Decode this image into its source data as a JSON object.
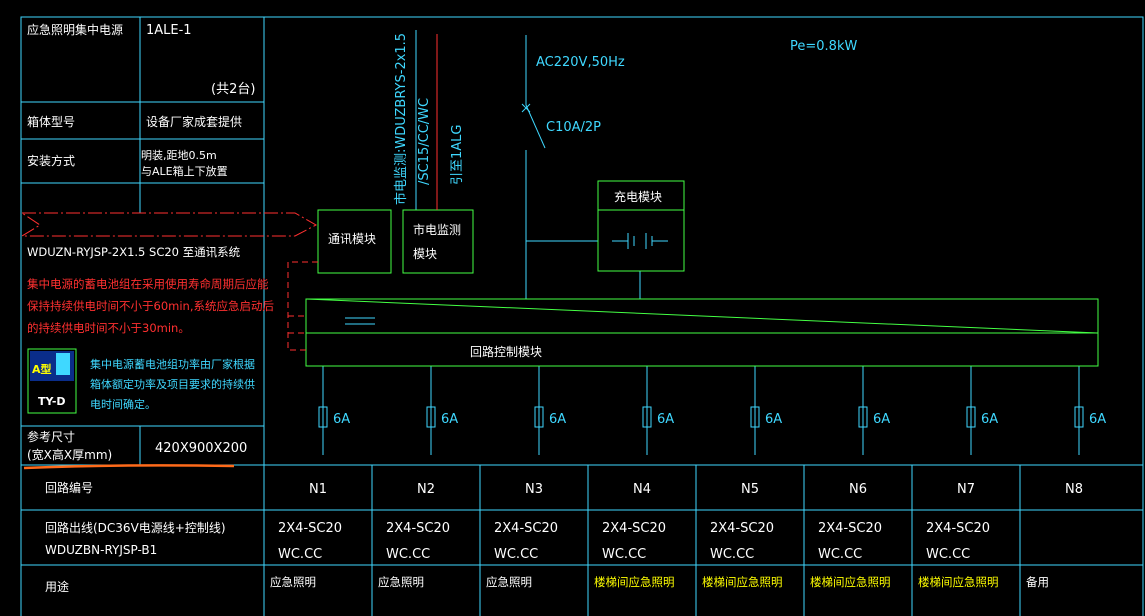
{
  "colors": {
    "frame": "#3fd8ff",
    "module": "#44ff44",
    "signal_line": "#ff3030",
    "note_text": "#ff3030",
    "highlight_text": "#ffff00",
    "underline": "#ff6a1a"
  },
  "info_panel": {
    "row1_label": "应急照明集中电源",
    "row1_value": "1ALE-1",
    "row1_count": "(共2台)",
    "row2_label": "箱体型号",
    "row2_value": "设备厂家成套提供",
    "row3_label": "安装方式",
    "row3_value_line1": "明装,距地0.5m",
    "row3_value_line2": "与ALE箱上下放置",
    "comm_cable": "WDUZN-RYJSP-2X1.5  SC20  至通讯系统",
    "warning_line1": "集中电源的蓄电池组在采用使用寿命周期后应能",
    "warning_line2": "保持持续供电时间不小于60min,系统应急启动后",
    "warning_line3": "的持续供电时间不小于30min。",
    "device_badge_top": "A型",
    "device_badge_bottom": "TY-D",
    "device_note_line1": "集中电源蓄电池组功率由厂家根据",
    "device_note_line2": "箱体额定功率及项目要求的持续供",
    "device_note_line3": "电时间确定。",
    "size_label_line1": "参考尺寸",
    "size_label_line2": "(宽X高X厚mm)",
    "size_value": "420X900X200"
  },
  "diagram": {
    "mains_cable_line1": "市电监测:WDUZBRYS-2x1.5",
    "mains_cable_line2": "/SC15/CC/WC",
    "mains_source": "引至1ALG",
    "supply": "AC220V,50Hz",
    "power": "Pe=0.8kW",
    "breaker": "C10A/2P",
    "comm_module": "通讯模块",
    "mains_monitor_line1": "市电监测",
    "mains_monitor_line2": "模块",
    "charge_module": "充电模块",
    "loop_module": "回路控制模块",
    "fuses": [
      "6A",
      "6A",
      "6A",
      "6A",
      "6A",
      "6A",
      "6A",
      "6A"
    ]
  },
  "table": {
    "row_headers": {
      "circuit_no": "回路编号",
      "outgoing_line1": "回路出线(DC36V电源线+控制线)",
      "outgoing_line2": "WDUZBN-RYJSP-B1",
      "usage": "用途"
    },
    "columns": [
      {
        "no": "N1",
        "spec": "2X4-SC20",
        "lay": "WC.CC",
        "usage": "应急照明",
        "highlight": false
      },
      {
        "no": "N2",
        "spec": "2X4-SC20",
        "lay": "WC.CC",
        "usage": "应急照明",
        "highlight": false
      },
      {
        "no": "N3",
        "spec": "2X4-SC20",
        "lay": "WC.CC",
        "usage": "应急照明",
        "highlight": false
      },
      {
        "no": "N4",
        "spec": "2X4-SC20",
        "lay": "WC.CC",
        "usage": "楼梯间应急照明",
        "highlight": true
      },
      {
        "no": "N5",
        "spec": "2X4-SC20",
        "lay": "WC.CC",
        "usage": "楼梯间应急照明",
        "highlight": true
      },
      {
        "no": "N6",
        "spec": "2X4-SC20",
        "lay": "WC.CC",
        "usage": "楼梯间应急照明",
        "highlight": true
      },
      {
        "no": "N7",
        "spec": "2X4-SC20",
        "lay": "WC.CC",
        "usage": "楼梯间应急照明",
        "highlight": true
      },
      {
        "no": "N8",
        "spec": "",
        "lay": "",
        "usage": "备用",
        "highlight": false
      }
    ]
  }
}
